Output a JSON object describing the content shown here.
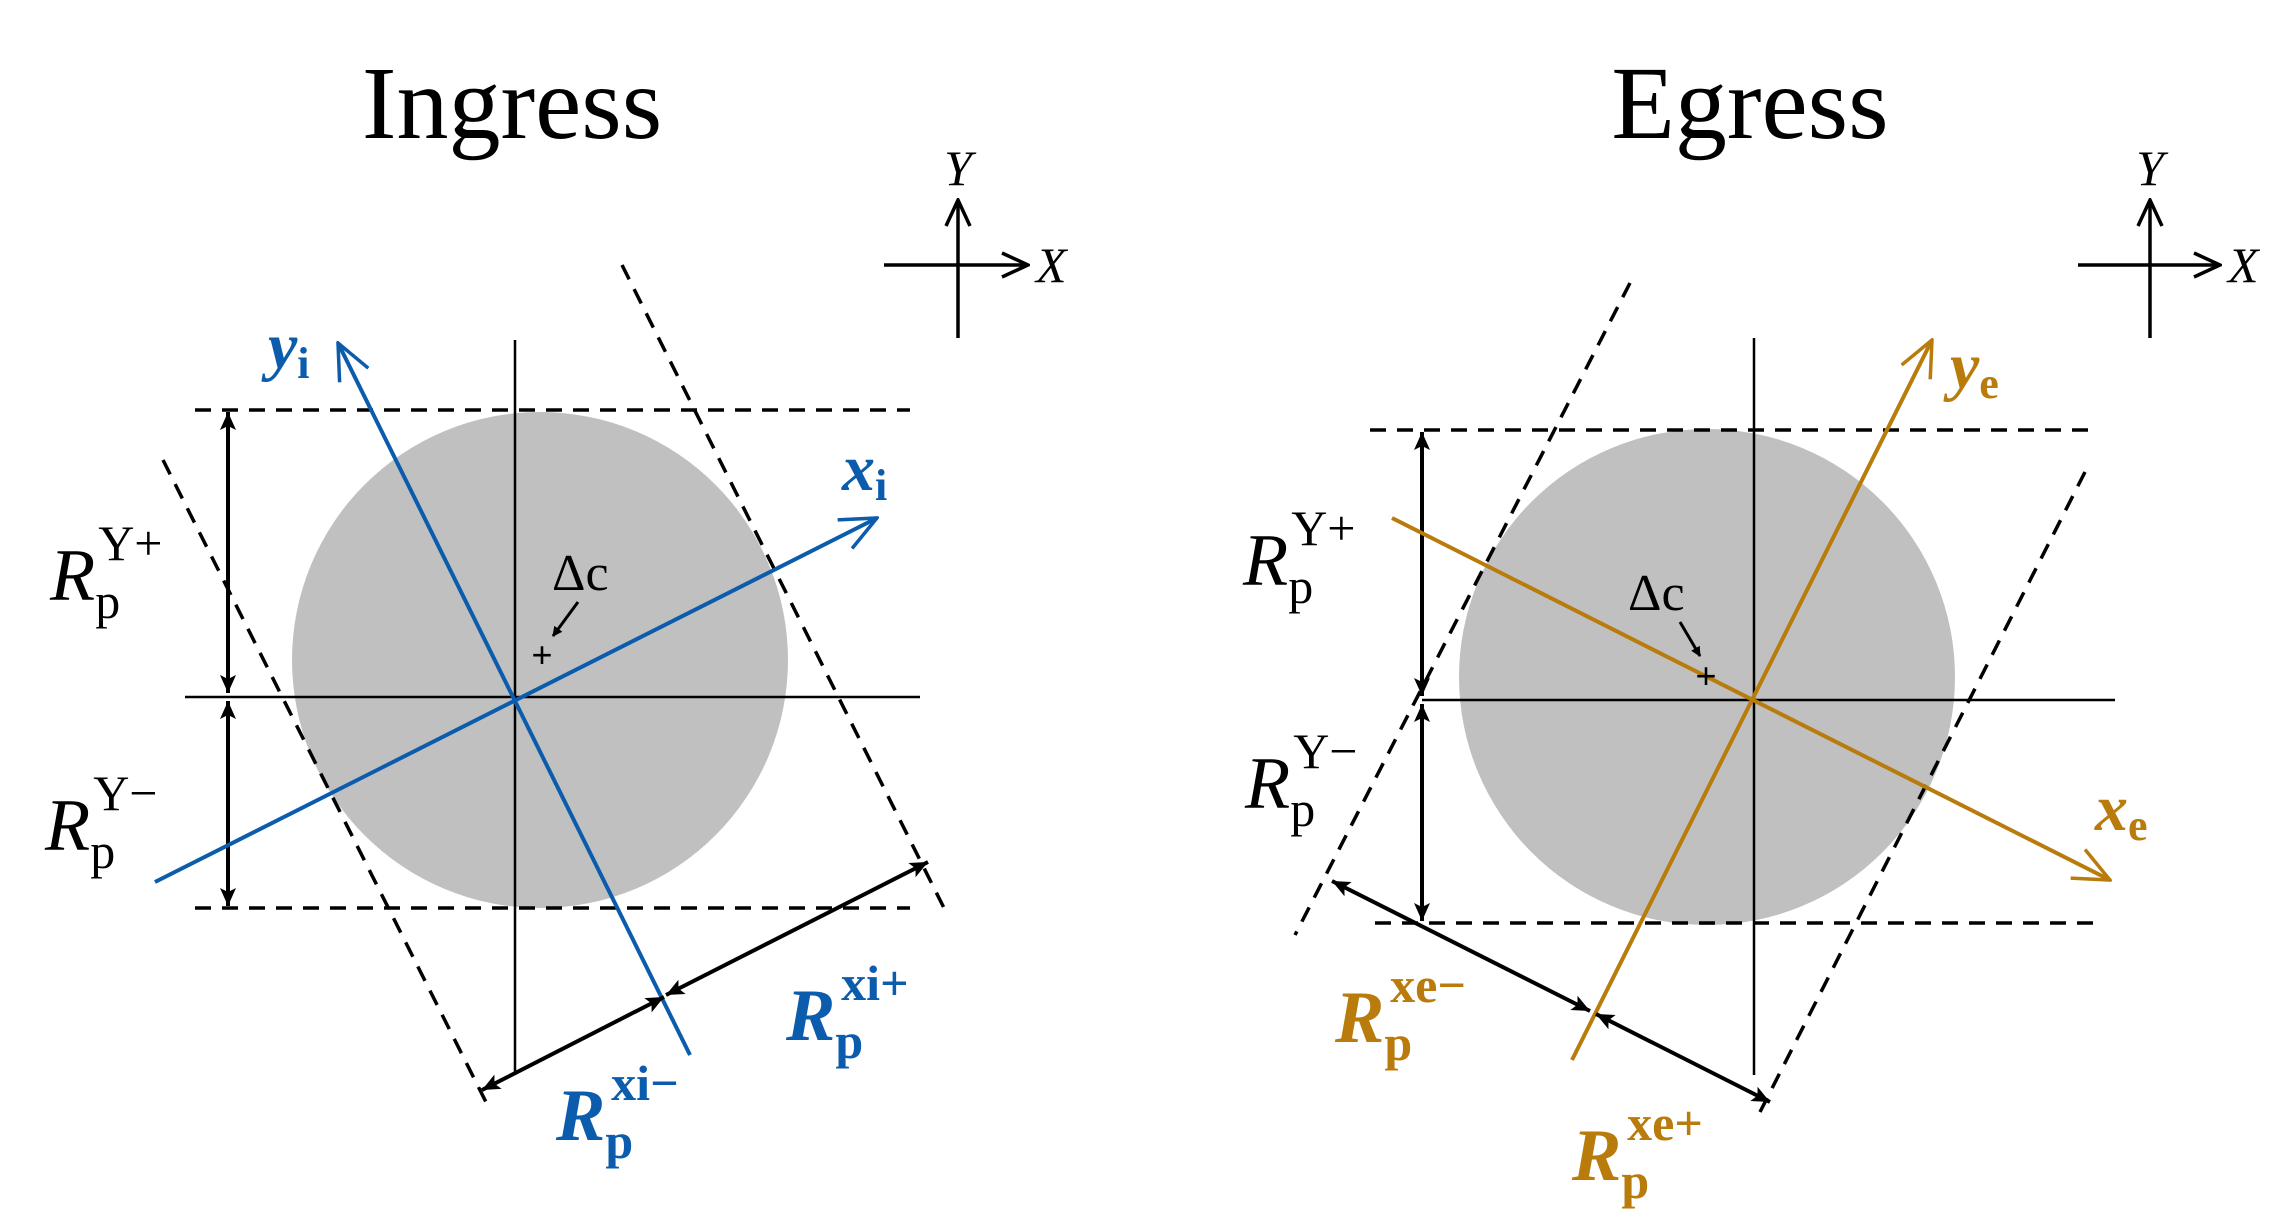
{
  "ingress": {
    "title": "Ingress",
    "axis_y": "Y",
    "axis_x": "X",
    "delta_c": "Δc",
    "rp_y_plus": {
      "main": "R",
      "sub": "p",
      "sup": "Y+"
    },
    "rp_y_minus": {
      "main": "R",
      "sub": "p",
      "sup": "Y−"
    },
    "yi": {
      "main": "y",
      "sub": "i"
    },
    "xi": {
      "main": "x",
      "sub": "i"
    },
    "rp_xi_plus": {
      "main": "R",
      "sub": "p",
      "sup": "xi+"
    },
    "rp_xi_minus": {
      "main": "R",
      "sub": "p",
      "sup": "xi−"
    },
    "color": "#0c5cad"
  },
  "egress": {
    "title": "Egress",
    "axis_y": "Y",
    "axis_x": "X",
    "delta_c": "Δc",
    "rp_y_plus": {
      "main": "R",
      "sub": "p",
      "sup": "Y+"
    },
    "rp_y_minus": {
      "main": "R",
      "sub": "p",
      "sup": "Y−"
    },
    "ye": {
      "main": "y",
      "sub": "e"
    },
    "xe": {
      "main": "x",
      "sub": "e"
    },
    "rp_xe_minus": {
      "main": "R",
      "sub": "p",
      "sup": "xe−"
    },
    "rp_xe_plus": {
      "main": "R",
      "sub": "p",
      "sup": "xe+"
    },
    "color": "#b87b0c"
  },
  "colors": {
    "disk": "#c0c0c0",
    "line": "#000000"
  }
}
